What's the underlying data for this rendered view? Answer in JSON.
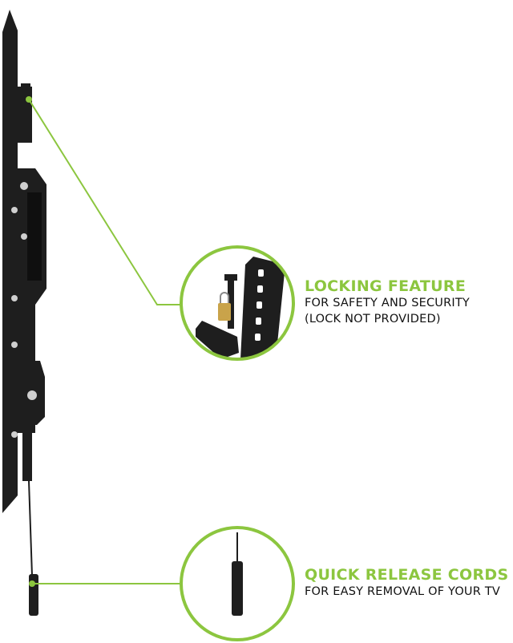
{
  "colors": {
    "accent": "#8cc63f",
    "mount": "#1e1e1e",
    "mount_dark": "#0f0f0f",
    "bolt": "#cfcfcf",
    "text": "#111111"
  },
  "features": [
    {
      "title": "LOCKING FEATURE",
      "subtitle_lines": [
        "FOR SAFETY AND SECURITY",
        "(LOCK NOT PROVIDED)"
      ]
    },
    {
      "title": "QUICK RELEASE CORDS",
      "subtitle_lines": [
        "FOR EASY REMOVAL OF YOUR TV"
      ]
    }
  ]
}
